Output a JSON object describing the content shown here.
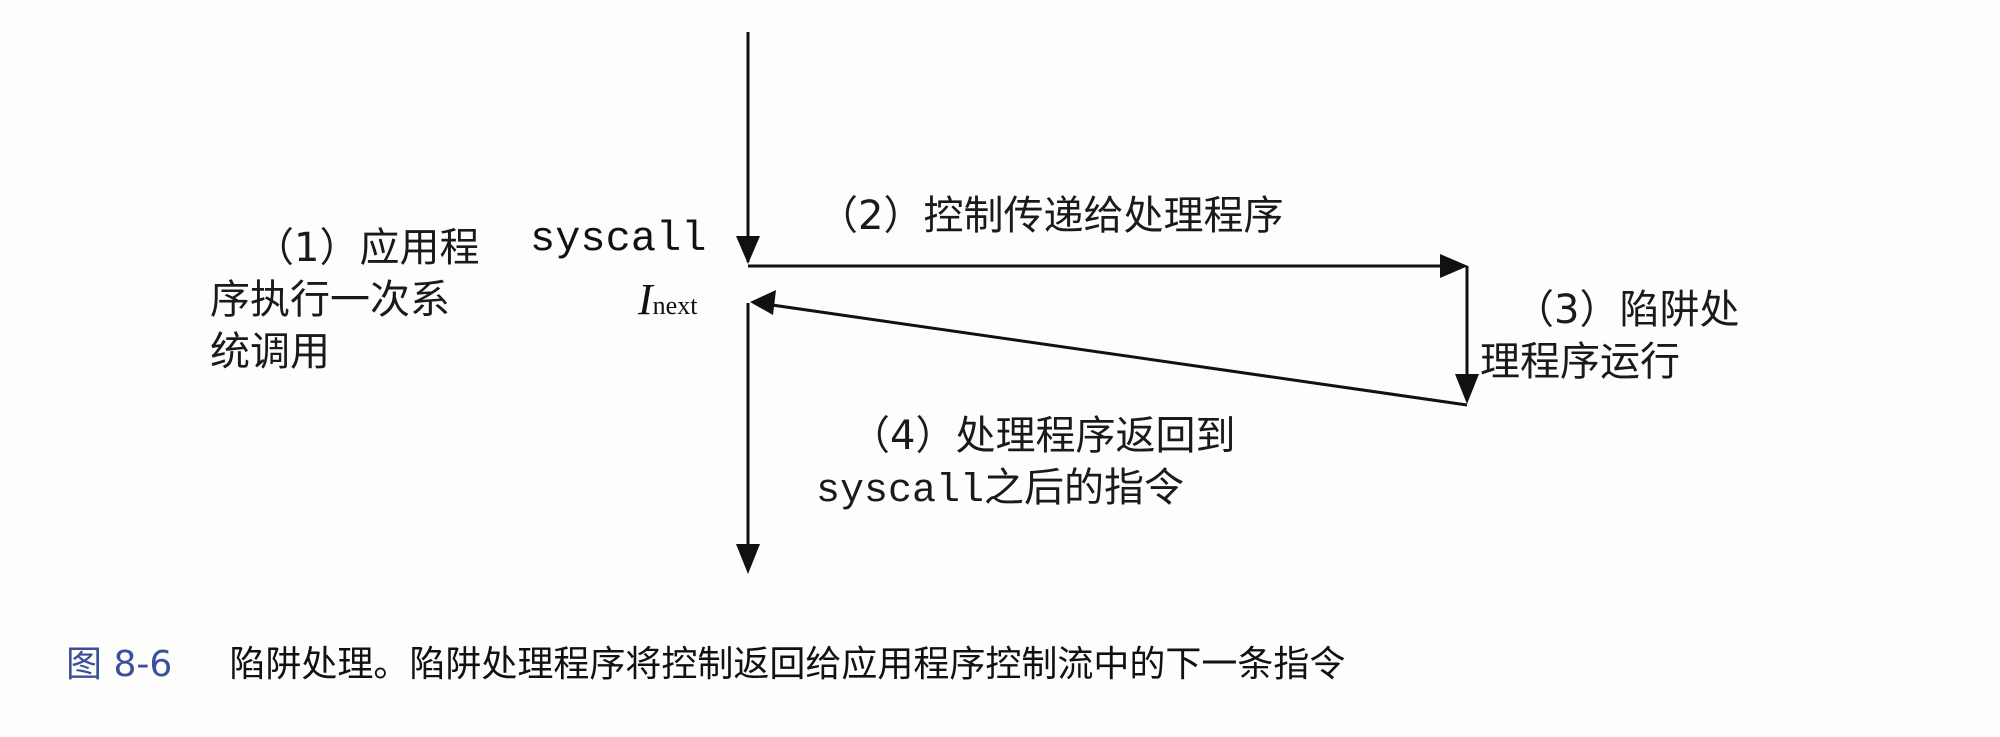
{
  "diagram": {
    "step1": {
      "line1": "（1）应用程",
      "line2": "序执行一次系",
      "line3": "统调用"
    },
    "syscall_label": "syscall",
    "inext_label": {
      "main": "I",
      "sub": "next"
    },
    "step2": "（2）控制传递给处理程序",
    "step3": {
      "line1": "（3）陷阱处",
      "line2": "理程序运行"
    },
    "step4": {
      "line1": "（4）处理程序返回到",
      "line2_code": "syscall",
      "line2_rest": "之后的指令"
    },
    "colors": {
      "line": "#111111",
      "caption_number": "#3b4f9a",
      "background": "#fdfdfb"
    }
  },
  "caption": {
    "number": "图 8-6",
    "text": "陷阱处理。陷阱处理程序将控制返回给应用程序控制流中的下一条指令"
  }
}
